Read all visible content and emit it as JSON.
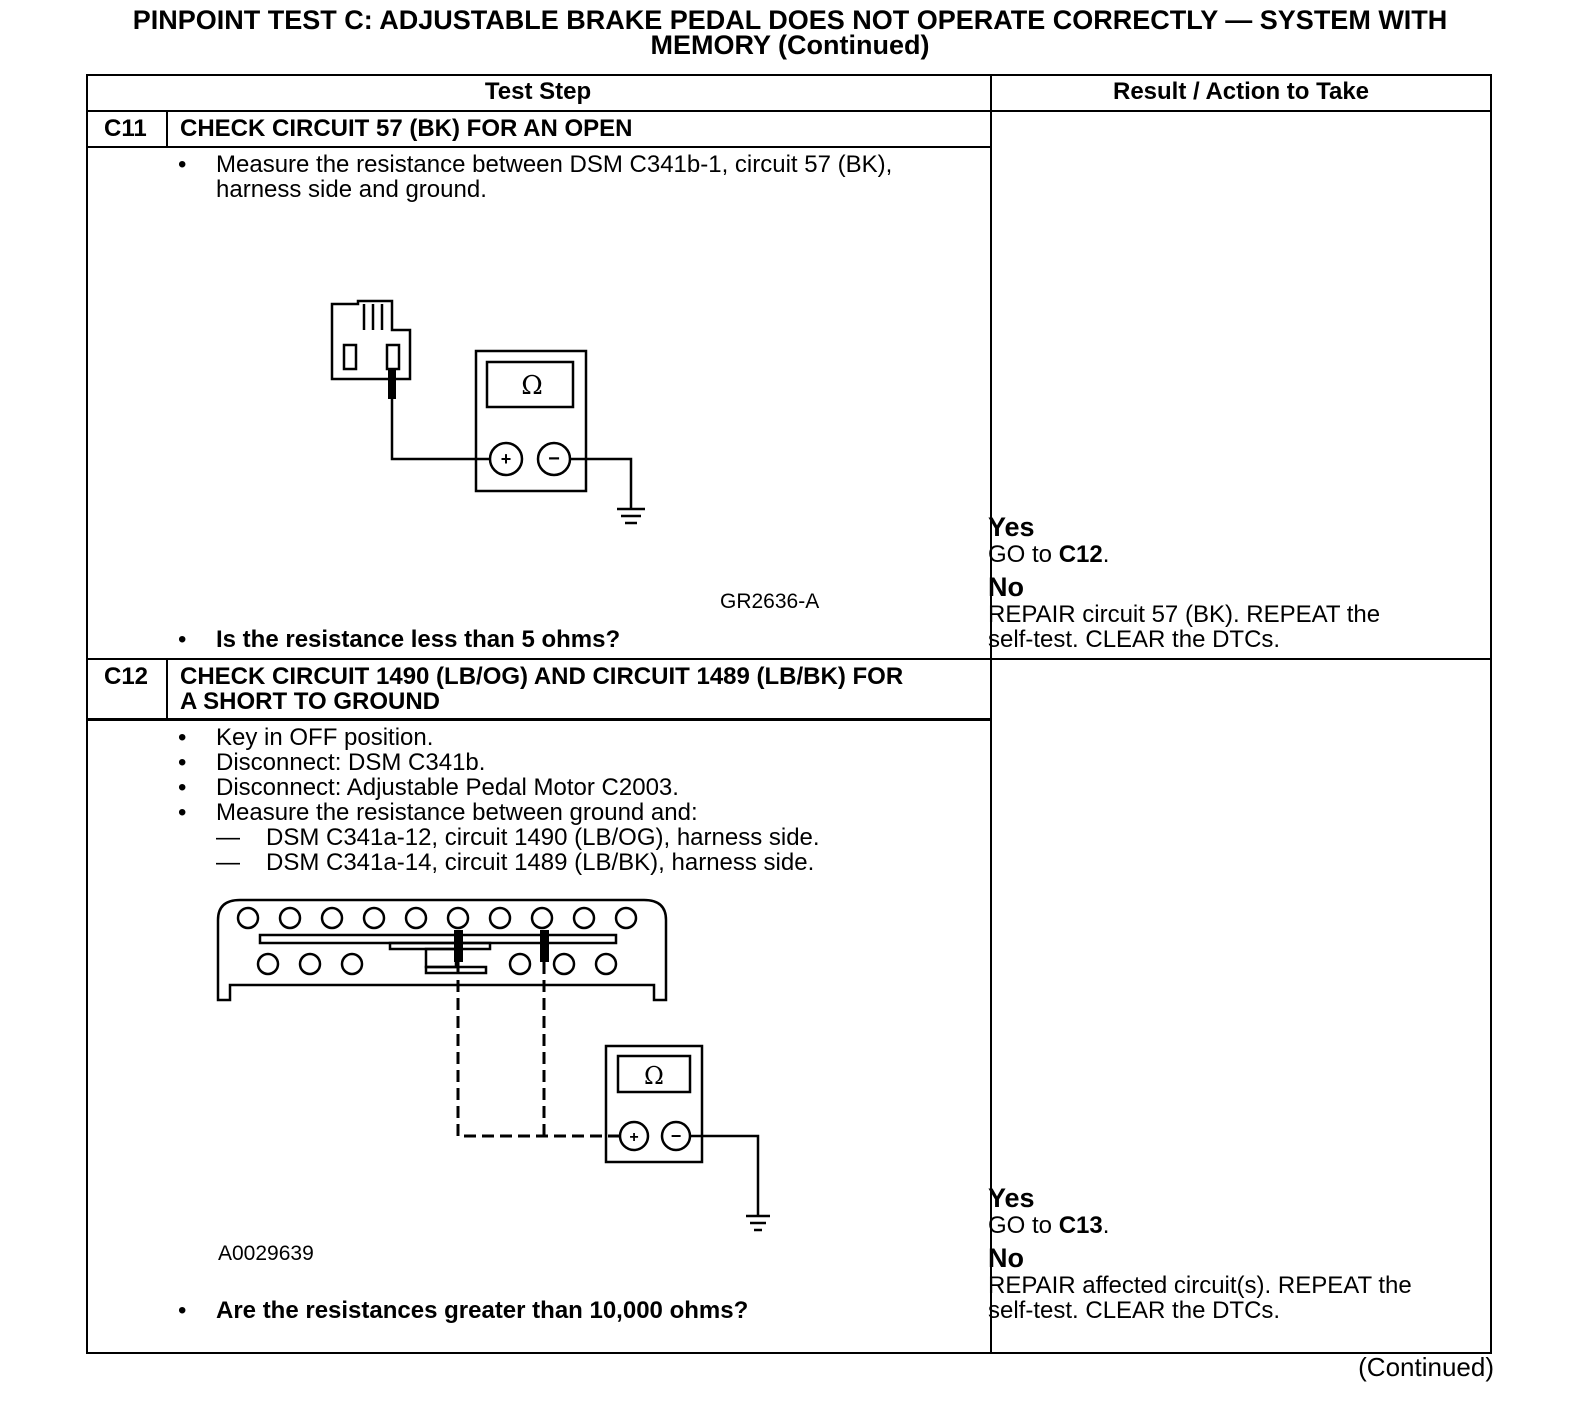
{
  "title": {
    "line1": "PINPOINT TEST  C: ADJUSTABLE BRAKE PEDAL DOES NOT OPERATE CORRECTLY — SYSTEM WITH",
    "line2": "MEMORY (Continued)"
  },
  "table": {
    "col_test_step": "Test Step",
    "col_result": "Result / Action to Take"
  },
  "steps": [
    {
      "id": "C11",
      "heading": "CHECK CIRCUIT 57 (BK) FOR AN OPEN",
      "bullets": [
        "Measure the resistance between DSM C341b-1, circuit 57 (BK),",
        "harness side and ground."
      ],
      "figure_id": "GR2636-A",
      "meter_symbol": "Ω",
      "question": "Is the resistance less than 5 ohms?",
      "yes_label": "Yes",
      "yes_action_prefix": "GO to ",
      "yes_action_target": "C12",
      "yes_action_suffix": ".",
      "no_label": "No",
      "no_action_line1": "REPAIR circuit 57 (BK). REPEAT the",
      "no_action_line2": "self-test. CLEAR the DTCs."
    },
    {
      "id": "C12",
      "heading_line1": "CHECK CIRCUIT 1490 (LB/OG) AND CIRCUIT 1489 (LB/BK) FOR",
      "heading_line2": "A SHORT TO GROUND",
      "bullets": [
        "Key in OFF position.",
        "Disconnect: DSM C341b.",
        "Disconnect: Adjustable Pedal Motor C2003.",
        "Measure the resistance between ground and:"
      ],
      "dash_items": [
        "DSM C341a-12, circuit 1490 (LB/OG), harness side.",
        "DSM C341a-14, circuit 1489 (LB/BK), harness side."
      ],
      "figure_id": "A0029639",
      "meter_symbol": "Ω",
      "question": "Are the resistances greater than 10,000 ohms?",
      "yes_label": "Yes",
      "yes_action_prefix": "GO to ",
      "yes_action_target": "C13",
      "yes_action_suffix": ".",
      "no_label": "No",
      "no_action_line1": "REPAIR affected circuit(s). REPEAT the",
      "no_action_line2": "self-test. CLEAR the DTCs."
    }
  ],
  "footer": "(Continued)",
  "symbols": {
    "bullet": "•",
    "dash": "—",
    "plus": "+",
    "minus": "−"
  }
}
